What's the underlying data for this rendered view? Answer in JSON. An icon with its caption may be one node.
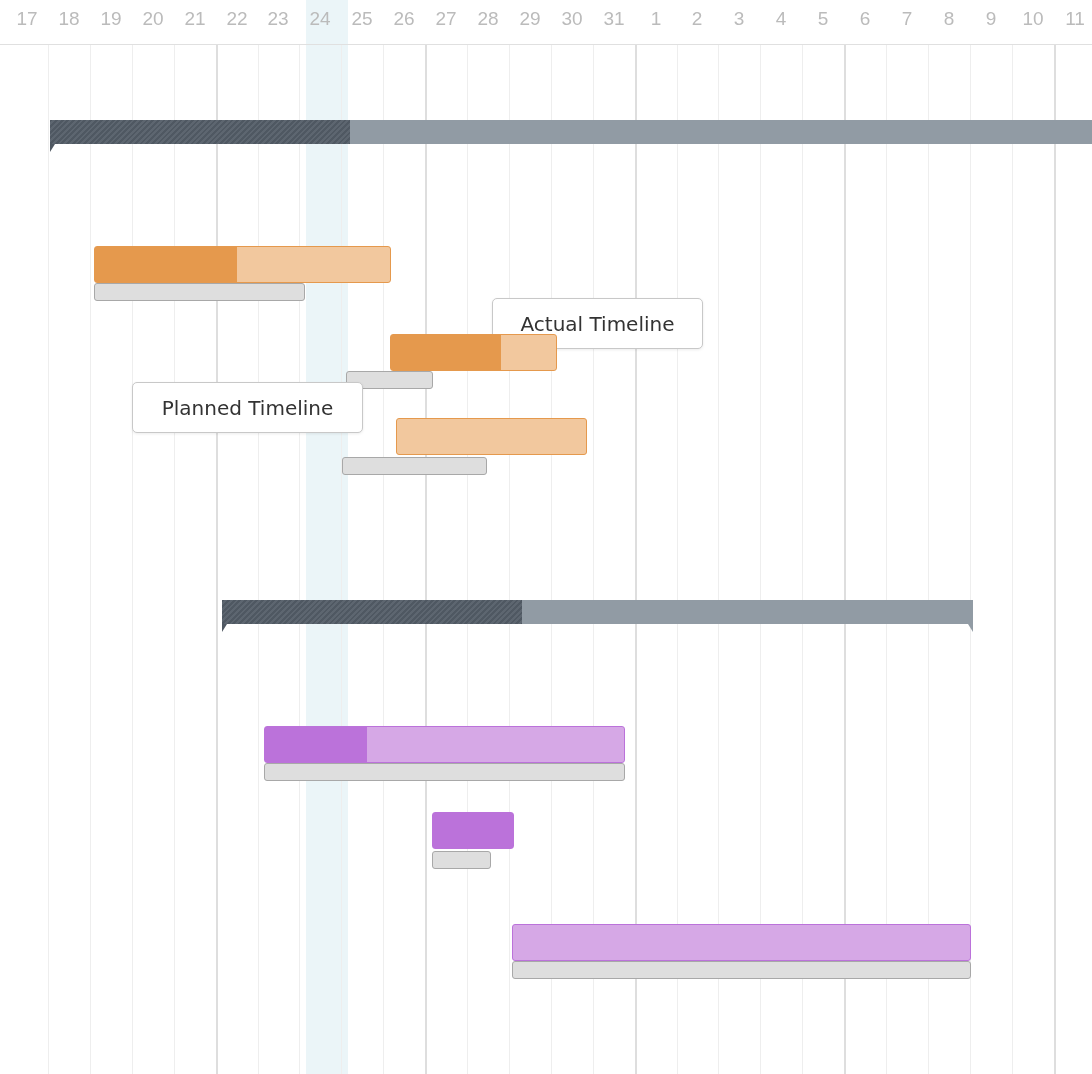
{
  "diagram": {
    "nodes": [
      {
        "text": [],
        "shape": "bar"
      },
      {
        "text": [],
        "shape": "bar"
      },
      {
        "text": [],
        "shape": "bar"
      },
      {
        "text": [
          "Actual Timeline"
        ]
      },
      {
        "text": [],
        "shape": "bar"
      },
      {
        "text": [],
        "shape": "bar"
      },
      {
        "text": [
          "Planned Timeline"
        ]
      },
      {
        "text": [],
        "shape": "bar"
      },
      {
        "text": [],
        "shape": "bar"
      },
      {
        "text": [],
        "shape": "bar"
      },
      {
        "text": [],
        "shape": "bar"
      },
      {
        "text": [],
        "shape": "bar"
      },
      {
        "text": [],
        "shape": "bar"
      },
      {
        "text": [],
        "shape": "bar"
      },
      {
        "text": [],
        "shape": "bar"
      },
      {
        "text": [],
        "shape": "bar"
      }
    ],
    "labels": [
      "17",
      "18",
      "19",
      "20",
      "21",
      "22",
      "23",
      "24",
      "25",
      "26",
      "27",
      "28",
      "29",
      "30",
      "31",
      "1",
      "2",
      "3",
      "4",
      "5",
      "6",
      "7",
      "8",
      "9",
      "10",
      "11"
    ]
  }
}
